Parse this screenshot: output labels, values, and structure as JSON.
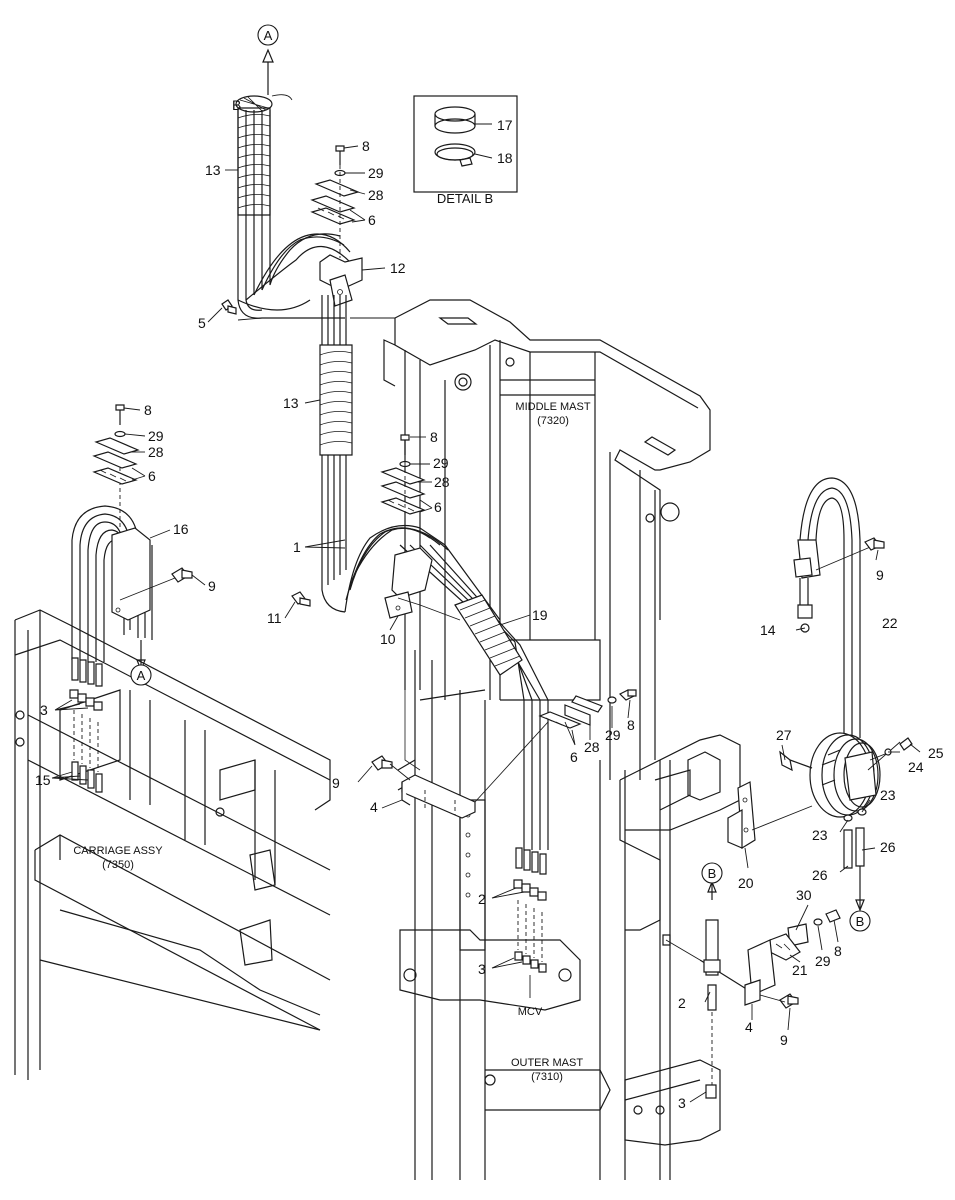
{
  "diagram": {
    "detail_title": "DETAIL B",
    "assembly_labels": {
      "middle_mast": "MIDDLE MAST",
      "middle_mast_code": "(7320)",
      "outer_mast": "OUTER MAST",
      "outer_mast_code": "(7310)",
      "carriage": "CARRIAGE ASSY",
      "carriage_code": "(7350)",
      "mcv": "MCV"
    },
    "connectors": {
      "a": "A",
      "b": "B"
    },
    "callouts": {
      "c_a_top": "A",
      "c_b_top": "B",
      "n13a": "13",
      "n8a": "8",
      "n29a": "29",
      "n28a": "28",
      "n6a": "6",
      "n12": "12",
      "n5": "5",
      "n17": "17",
      "n18": "18",
      "n13b": "13",
      "n8b": "8",
      "n29b": "29",
      "n28b": "28",
      "n6b": "6",
      "n16": "16",
      "n9a": "9",
      "n8c": "8",
      "n29c": "29",
      "n28c": "28",
      "n6c": "6",
      "n1": "1",
      "n11": "11",
      "n10": "10",
      "n19": "19",
      "n3a": "3",
      "n15": "15",
      "n9b": "9",
      "n4a": "4",
      "n28d": "28",
      "n29d": "29",
      "n8d": "8",
      "n6d": "6",
      "n2a": "2",
      "n3b": "3",
      "n9c": "9",
      "n14": "14",
      "n22": "22",
      "n27": "27",
      "n25": "25",
      "n24": "24",
      "n23a": "23",
      "n23b": "23",
      "n26a": "26",
      "n26b": "26",
      "n20": "20",
      "n30": "30",
      "n21": "21",
      "n29e": "29",
      "n8e": "8",
      "n2b": "2",
      "n4b": "4",
      "n9d": "9",
      "n3c": "3"
    }
  }
}
